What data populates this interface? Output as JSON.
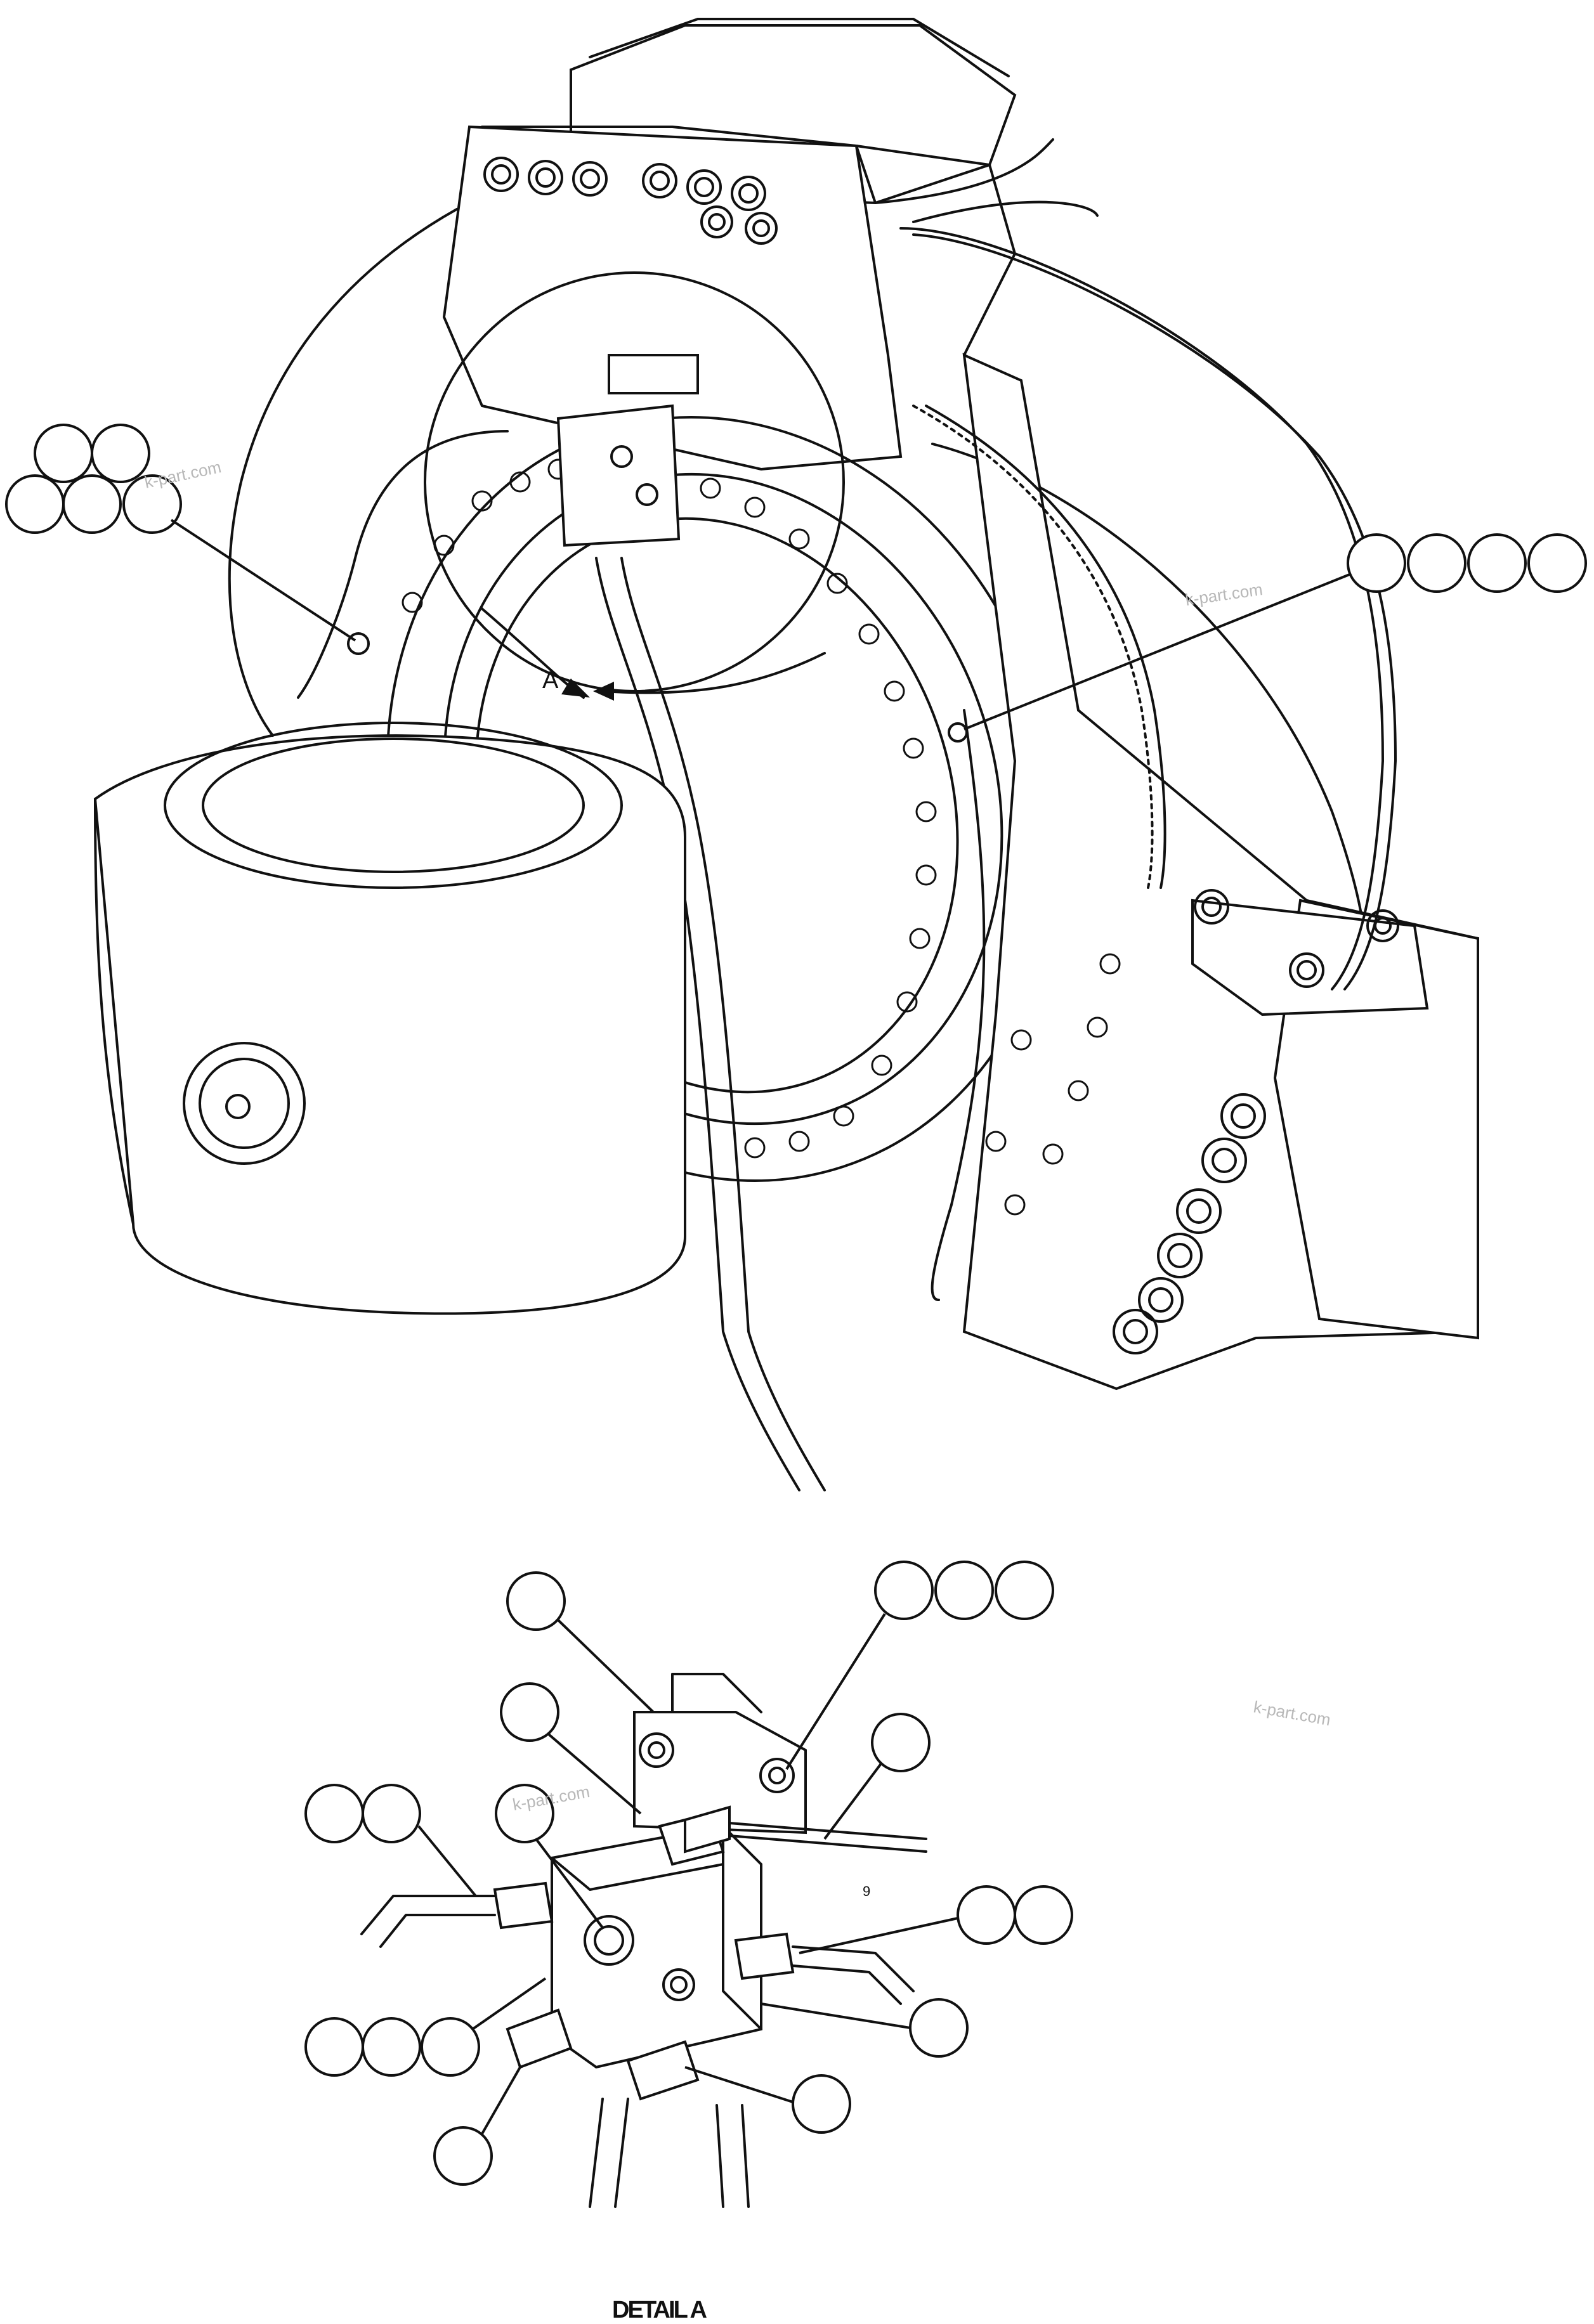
{
  "view_label": "A",
  "detail_title": "DETAIL A",
  "part_label": "9",
  "watermarks": [
    "k-part.com",
    "k-part.com",
    "k-part.com",
    "k-part.com"
  ],
  "colors": {
    "ink": "#111111",
    "paper": "#ffffff",
    "watermark": "#b8b8b8"
  }
}
